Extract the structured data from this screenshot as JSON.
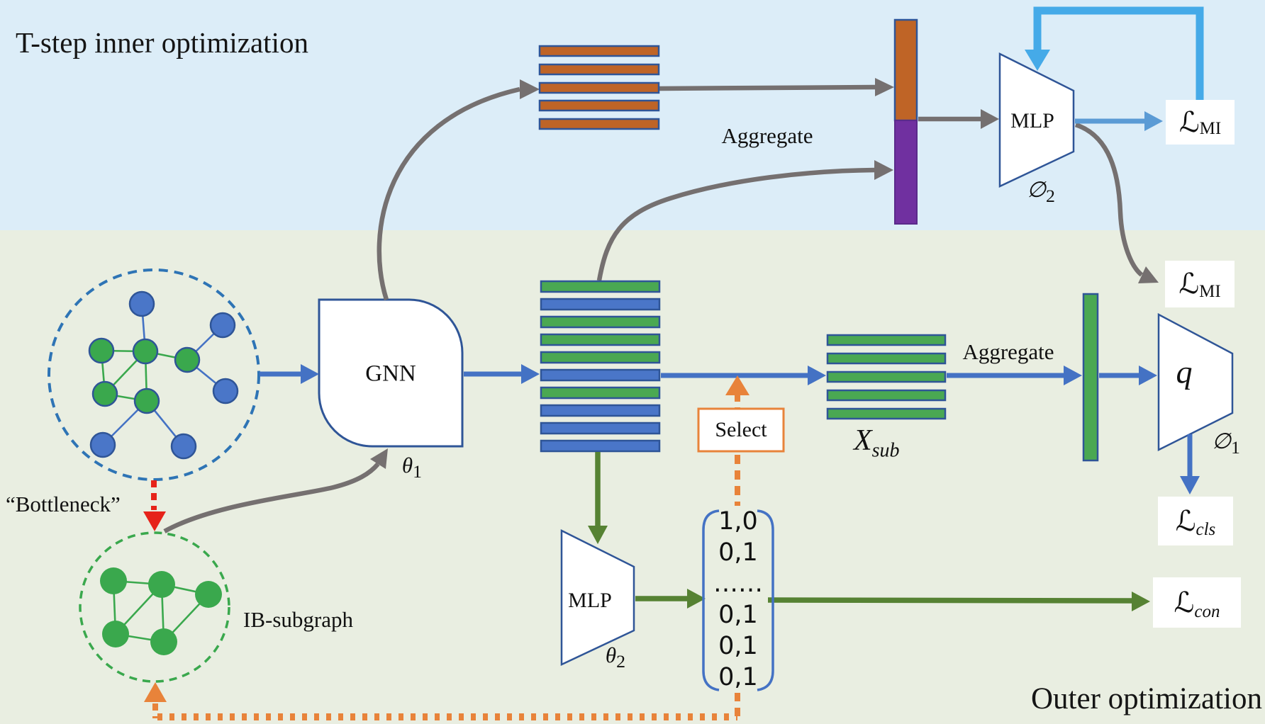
{
  "regions": {
    "inner_title": "T-step inner optimization",
    "outer_title": "Outer optimization"
  },
  "labels": {
    "aggregate_top": "Aggregate",
    "aggregate_bottom": "Aggregate",
    "gnn": "GNN",
    "mlp_inner": "MLP",
    "mlp_outer": "MLP",
    "q_posterior": "q",
    "select": "Select",
    "bottleneck": "“Bottleneck”",
    "ib_subgraph": "IB-subgraph"
  },
  "params": {
    "theta1": {
      "base": "θ",
      "sub": "1"
    },
    "theta2": {
      "base": "θ",
      "sub": "2"
    },
    "phi1": {
      "base": "∅",
      "sub": "1"
    },
    "phi2": {
      "base": "∅",
      "sub": "2"
    }
  },
  "losses": {
    "mi_top": {
      "base": "ℒ",
      "sub": "MI"
    },
    "mi_mid": {
      "base": "ℒ",
      "sub": "MI"
    },
    "cls": {
      "base": "ℒ",
      "sub": "cls"
    },
    "con": {
      "base": "ℒ",
      "sub": "con"
    }
  },
  "feature_label": {
    "base": "X",
    "sub": "sub"
  },
  "assignment_vector": {
    "rows": [
      "1,0",
      "0,1",
      "……",
      "0,1",
      "0,1",
      "0,1"
    ]
  },
  "embedding_stacks": {
    "top_negative": [
      "orange",
      "orange",
      "orange",
      "orange",
      "orange"
    ],
    "main": [
      "green",
      "blue",
      "green",
      "green",
      "green",
      "blue",
      "green",
      "blue",
      "blue",
      "blue"
    ],
    "subgraph": [
      "green",
      "green",
      "green",
      "green",
      "green"
    ]
  },
  "colors": {
    "inner_bg": "#dcedf8",
    "outer_bg": "#e9eee1",
    "orange": "#bf6426",
    "blue": "#4a76c8",
    "green": "#4aa852",
    "purple": "#7030a0",
    "bar_border": "#2f5597",
    "gray_arrow": "#757070",
    "blue_arrow": "#4472c4",
    "light_blue_loop": "#45aae8",
    "mlp_mi_arrow": "#5b9bd5",
    "green_arrow": "#568233",
    "orange_dash": "#e8833a",
    "red_dash": "#e6231a",
    "graph_circle": "#2e74b5",
    "sub_circle": "#3aa84d"
  }
}
